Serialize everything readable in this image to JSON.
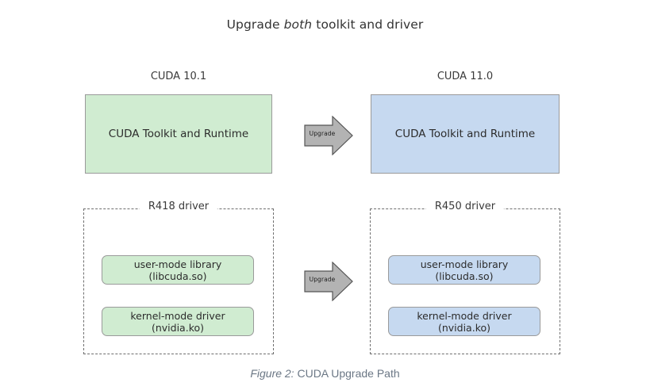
{
  "figure": {
    "title_prefix": "Upgrade ",
    "title_emphasis": "both",
    "title_suffix": " toolkit and driver",
    "title_full": "Upgrade both toolkit and driver",
    "caption_label": "Figure 2:",
    "caption_text": " CUDA Upgrade Path"
  },
  "colors": {
    "green_fill": "#d0ecd1",
    "blue_fill": "#c6d9f0",
    "box_border": "#9a9a9a",
    "dashed_border": "#6f6f6f",
    "arrow_fill": "#b3b3b3",
    "arrow_stroke": "#555555",
    "text": "#333333",
    "caption_text": "#6b7785"
  },
  "columns": [
    {
      "id": "left",
      "heading": "CUDA 10.1",
      "toolkit_box_label": "CUDA Toolkit and Runtime",
      "driver_group_label": "R418 driver",
      "chips": [
        {
          "line1": "user-mode library",
          "line2": "(libcuda.so)"
        },
        {
          "line1": "kernel-mode driver",
          "line2": "(nvidia.ko)"
        }
      ]
    },
    {
      "id": "right",
      "heading": "CUDA 11.0",
      "toolkit_box_label": "CUDA Toolkit and Runtime",
      "driver_group_label": "R450 driver",
      "chips": [
        {
          "line1": "user-mode library",
          "line2": "(libcuda.so)"
        },
        {
          "line1": "kernel-mode driver",
          "line2": "(nvidia.ko)"
        }
      ]
    }
  ],
  "arrows": [
    {
      "id": "toolkit-upgrade-arrow",
      "label": "Upgrade",
      "icon": "right-arrow-icon"
    },
    {
      "id": "driver-upgrade-arrow",
      "label": "Upgrade",
      "icon": "right-arrow-icon"
    }
  ]
}
